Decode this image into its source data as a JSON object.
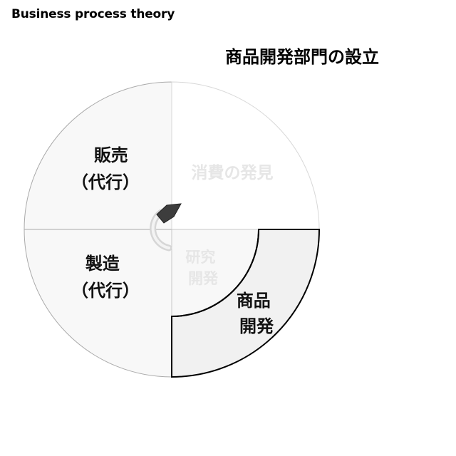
{
  "header": {
    "label": "Business process theory"
  },
  "title": "商品開発部門の設立",
  "diagram": {
    "quadrants": [
      {
        "id": "sales",
        "lines": [
          "販売",
          "（代行）"
        ],
        "style": "dark"
      },
      {
        "id": "consumption",
        "lines": [
          "消費の発見"
        ],
        "style": "faded"
      },
      {
        "id": "manufacturing",
        "lines": [
          "製造",
          "（代行）"
        ],
        "style": "dark"
      },
      {
        "id": "research",
        "lines": [
          "研究",
          "開発"
        ],
        "style": "faded"
      },
      {
        "id": "product-dev",
        "lines": [
          "商品",
          "開発"
        ],
        "style": "dark"
      }
    ],
    "colors": {
      "fill_light": "#f8f8f8",
      "fill_highlight": "#f1f1f1",
      "outline_grey": "#aaaaaa",
      "outline_dark": "#000000",
      "faded_text": "#e6e6e6",
      "dark_text": "#111111"
    },
    "center_icon": "rotate-arrow-icon"
  }
}
